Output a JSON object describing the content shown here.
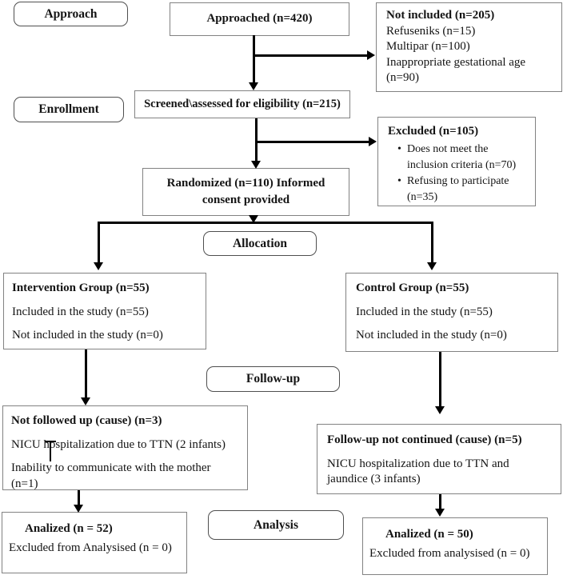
{
  "stages": {
    "approach": "Approach",
    "enrollment": "Enrollment",
    "allocation": "Allocation",
    "followup": "Follow-up",
    "analysis": "Analysis"
  },
  "boxes": {
    "approached": {
      "title": "Approached (n=420)"
    },
    "not_included": {
      "title": "Not included (n=205)",
      "lines": [
        "Refuseniks (n=15)",
        "Multipar (n=100)",
        "Inappropriate gestational age (n=90)"
      ]
    },
    "screened": {
      "title": "Screened\\assessed for eligibility (n=215)"
    },
    "excluded": {
      "title": "Excluded (n=105)",
      "bullets": [
        "Does not meet the inclusion criteria (n=70)",
        "Refusing to participate (n=35)"
      ]
    },
    "randomized": {
      "title": "Randomized (n=110) Informed consent provided"
    },
    "intervention": {
      "title": "Intervention Group (n=55)",
      "lines": [
        "Included in the study (n=55)",
        "Not included in the study (n=0)"
      ]
    },
    "control": {
      "title": "Control Group (n=55)",
      "lines": [
        "Included in the study (n=55)",
        "Not included in the study (n=0)"
      ]
    },
    "not_followed": {
      "title": "Not followed up (cause) (n=3)",
      "lines": [
        "NICU hospitalization due to TTN (2 infants)",
        "Inability to communicate with the mother (n=1)"
      ]
    },
    "followup_not_continued": {
      "title": "Follow-up not continued (cause) (n=5)",
      "lines": [
        "NICU hospitalization due to TTN and jaundice (3 infants)"
      ]
    },
    "analized_left": {
      "title": "Analized (n = 52)",
      "lines": [
        "Excluded from Analysised (n = 0)"
      ]
    },
    "analized_right": {
      "title": "Analized (n = 50)",
      "lines": [
        "Excluded from analysised (n = 0)"
      ]
    }
  },
  "colors": {
    "flow_line": "#000000",
    "box_border": "#828282",
    "stage_border": "#4f4f4f",
    "background": "#ffffff",
    "text": "#141414"
  }
}
